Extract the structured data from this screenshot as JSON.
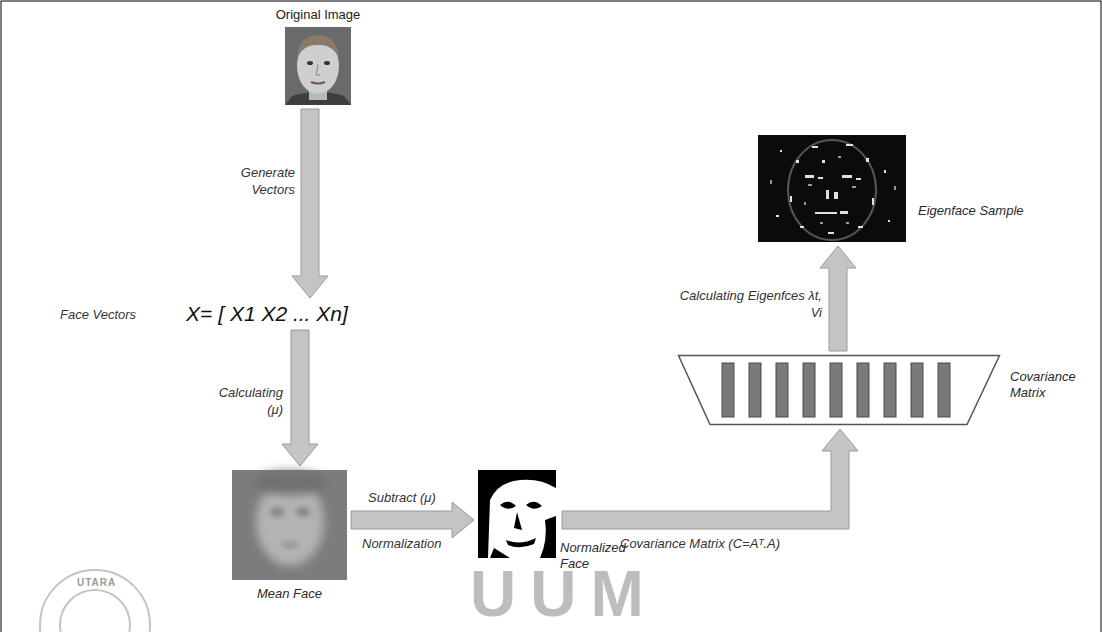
{
  "diagram": {
    "nodes": [
      {
        "text": [
          "Original Image"
        ]
      },
      {
        "text": [
          "Face Vectors",
          "X= [ X1 X2 ... Xn]"
        ]
      },
      {
        "text": [
          "Mean Face"
        ]
      },
      {
        "text": [
          "Normalized Face"
        ]
      },
      {
        "text": [
          "Covariance Matrix"
        ]
      },
      {
        "text": [
          "Eigenface Sample"
        ]
      }
    ],
    "edges": [
      {
        "from": 0,
        "to": 1,
        "label": "Generate Vectors",
        "arrow": "to"
      },
      {
        "from": 1,
        "to": 2,
        "label": "Calculating (μ)",
        "arrow": "to"
      },
      {
        "from": 2,
        "to": 3,
        "label": "Subtract (μ)",
        "arrow": "to"
      },
      {
        "from": 3,
        "to": 4,
        "label": "Covariance Matrix (C=Aᵀ.A)",
        "arrow": "to"
      },
      {
        "from": 4,
        "to": 5,
        "label": "Calculating Eigenfces λt, Vi",
        "arrow": "to"
      }
    ],
    "labels": [
      "Normalization",
      "UTARA",
      "UUM"
    ]
  }
}
